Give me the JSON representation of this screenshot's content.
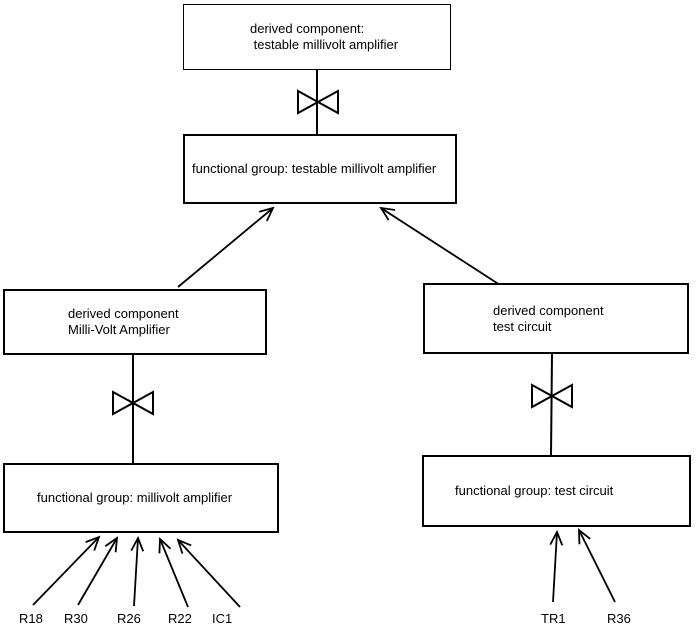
{
  "colors": {
    "background": "#ffffff",
    "line": "#000000",
    "text": "#000000"
  },
  "symbols": {
    "bowtie_connector": "open bowtie (two hollow triangles meeting at a point) on the connector line"
  },
  "nodes": {
    "top_derived": {
      "line1": "derived component:",
      "line2": " testable millivolt amplifier"
    },
    "fg_testable": {
      "line1": "functional group: testable millivolt amplifier"
    },
    "derived_mv": {
      "line1": "derived component",
      "line2": "Milli-Volt Amplifier"
    },
    "derived_tc": {
      "line1": "derived component",
      "line2": "test circuit"
    },
    "fg_mv": {
      "line1": "functional group: millivolt amplifier"
    },
    "fg_tc": {
      "line1": "functional group: test circuit"
    }
  },
  "leaf_labels": {
    "r18": "R18",
    "r30": "R30",
    "r26": "R26",
    "r22": "R22",
    "ic1": "IC1",
    "tr1": "TR1",
    "r36": "R36"
  },
  "connections": [
    {
      "from": "top_derived",
      "to": "fg_testable",
      "type": "line-with-bowtie"
    },
    {
      "from": "derived_mv",
      "to": "fg_testable",
      "type": "open-arrow"
    },
    {
      "from": "derived_tc",
      "to": "fg_testable",
      "type": "open-arrow"
    },
    {
      "from": "derived_mv",
      "to": "fg_mv",
      "type": "line-with-bowtie"
    },
    {
      "from": "derived_tc",
      "to": "fg_tc",
      "type": "line-with-bowtie"
    },
    {
      "from": "R18",
      "to": "fg_mv",
      "type": "open-arrow"
    },
    {
      "from": "R30",
      "to": "fg_mv",
      "type": "open-arrow"
    },
    {
      "from": "R26",
      "to": "fg_mv",
      "type": "open-arrow"
    },
    {
      "from": "R22",
      "to": "fg_mv",
      "type": "open-arrow"
    },
    {
      "from": "IC1",
      "to": "fg_mv",
      "type": "open-arrow"
    },
    {
      "from": "TR1",
      "to": "fg_tc",
      "type": "open-arrow"
    },
    {
      "from": "R36",
      "to": "fg_tc",
      "type": "open-arrow"
    }
  ]
}
